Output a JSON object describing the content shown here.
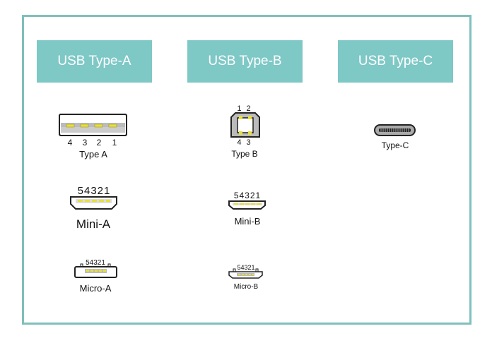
{
  "columns": [
    {
      "title": "USB Type-A"
    },
    {
      "title": "USB Type-B"
    },
    {
      "title": "USB Type-C"
    }
  ],
  "connectors": {
    "type_a": {
      "label": "Type A",
      "pins": [
        "4",
        "3",
        "2",
        "1"
      ]
    },
    "mini_a": {
      "label": "Mini-A",
      "pins": "54321"
    },
    "micro_a": {
      "label": "Micro-A",
      "pins": "54321"
    },
    "type_b": {
      "label": "Type B",
      "pins_top": "1 2",
      "pins_bottom": "4 3"
    },
    "mini_b": {
      "label": "Mini-B",
      "pins": "54321"
    },
    "micro_b": {
      "label": "Micro-B",
      "pins": "54321"
    },
    "type_c": {
      "label": "Type-C"
    }
  },
  "colors": {
    "border": "#7fbfbd",
    "header_bg": "#7ec8c6",
    "contact": "#e8df3a"
  }
}
